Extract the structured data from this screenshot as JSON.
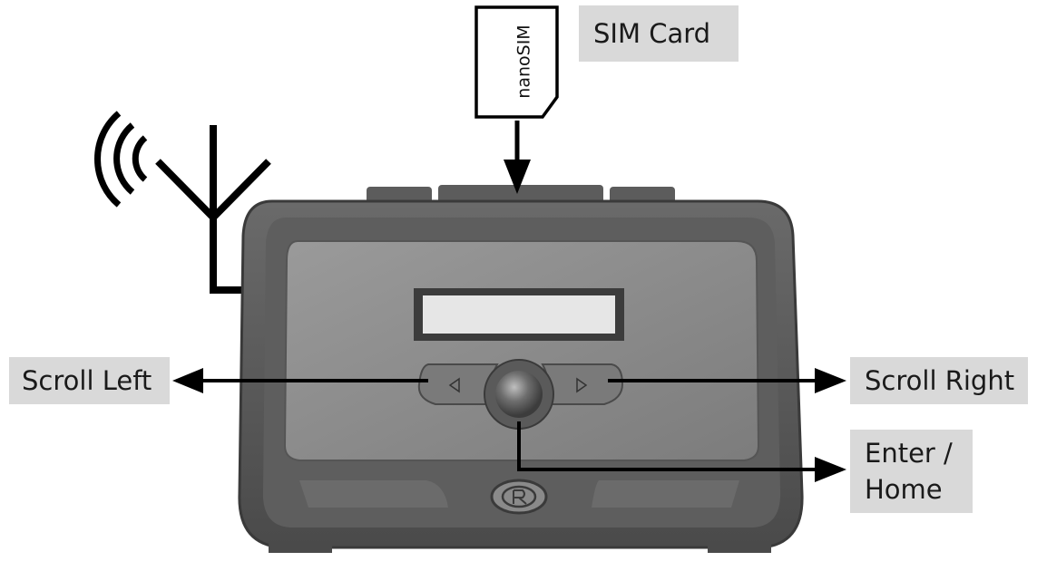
{
  "labels": {
    "sim_card": "SIM Card",
    "scroll_left": "Scroll Left",
    "scroll_right": "Scroll Right",
    "enter_line1": "Enter /",
    "enter_line2": "Home"
  },
  "sim_card_text": "nanoSIM",
  "colors": {
    "label_background": "#d9d9d9",
    "device_body": "#555555",
    "device_panel": "#8a8a8a",
    "display": "#e6e6e6",
    "arrow": "#000000"
  },
  "icons": [
    "antenna-icon",
    "signal-waves-icon",
    "sim-card-icon",
    "logo-icon",
    "chevron-left-icon",
    "chevron-right-icon"
  ]
}
